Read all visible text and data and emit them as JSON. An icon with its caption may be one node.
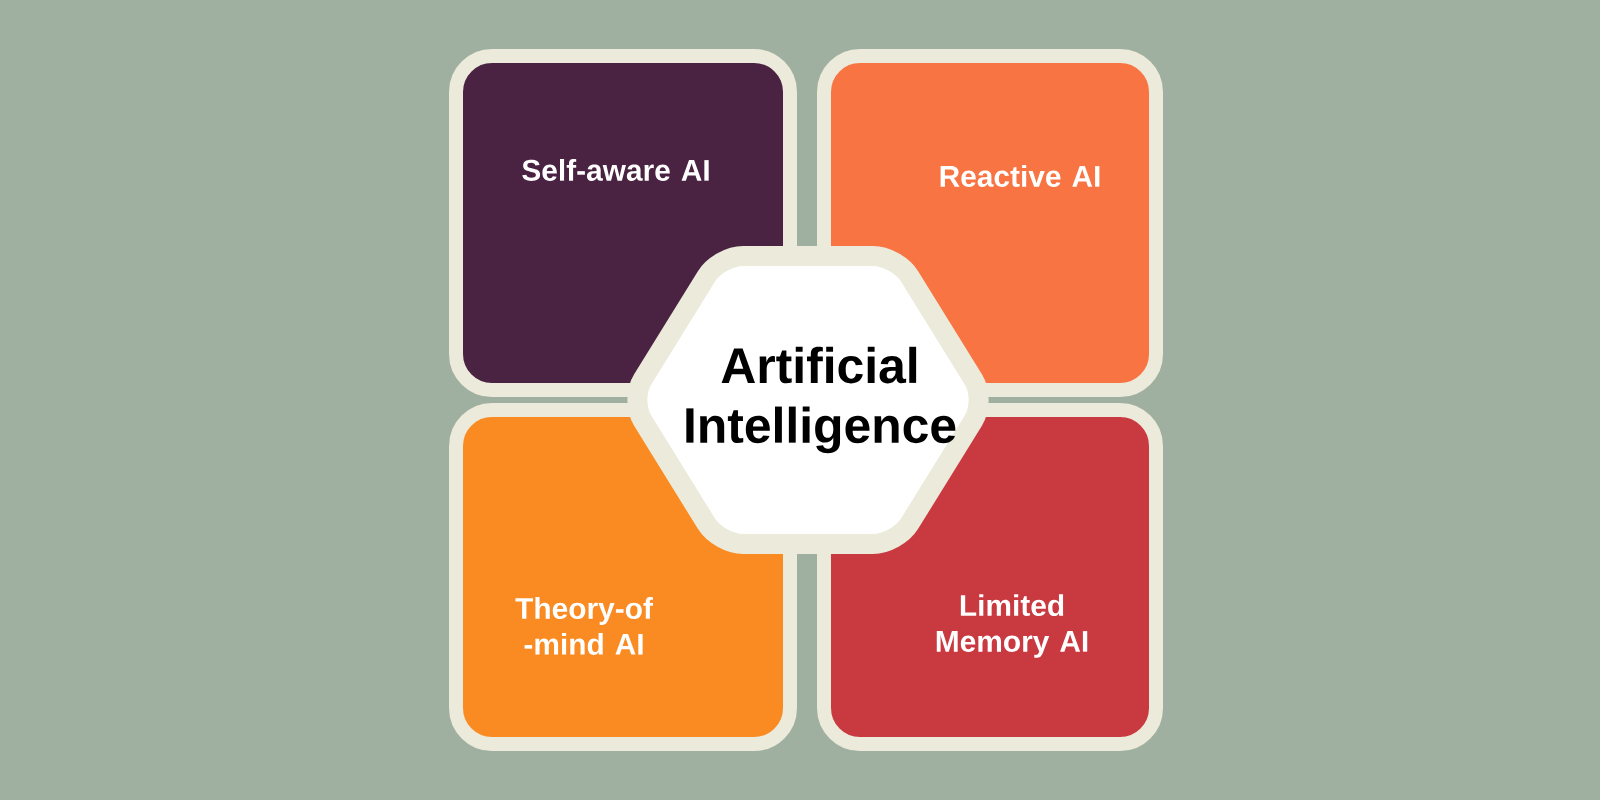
{
  "diagram": {
    "nodes": [
      {
        "text": [
          "Self-aware AI"
        ]
      },
      {
        "text": [
          "Reactive AI"
        ]
      },
      {
        "text": [
          "Artificial Intelligence"
        ]
      },
      {
        "text": [
          "Theory-of -mind AI"
        ]
      },
      {
        "text": [
          "Limited Memory AI"
        ]
      }
    ]
  }
}
